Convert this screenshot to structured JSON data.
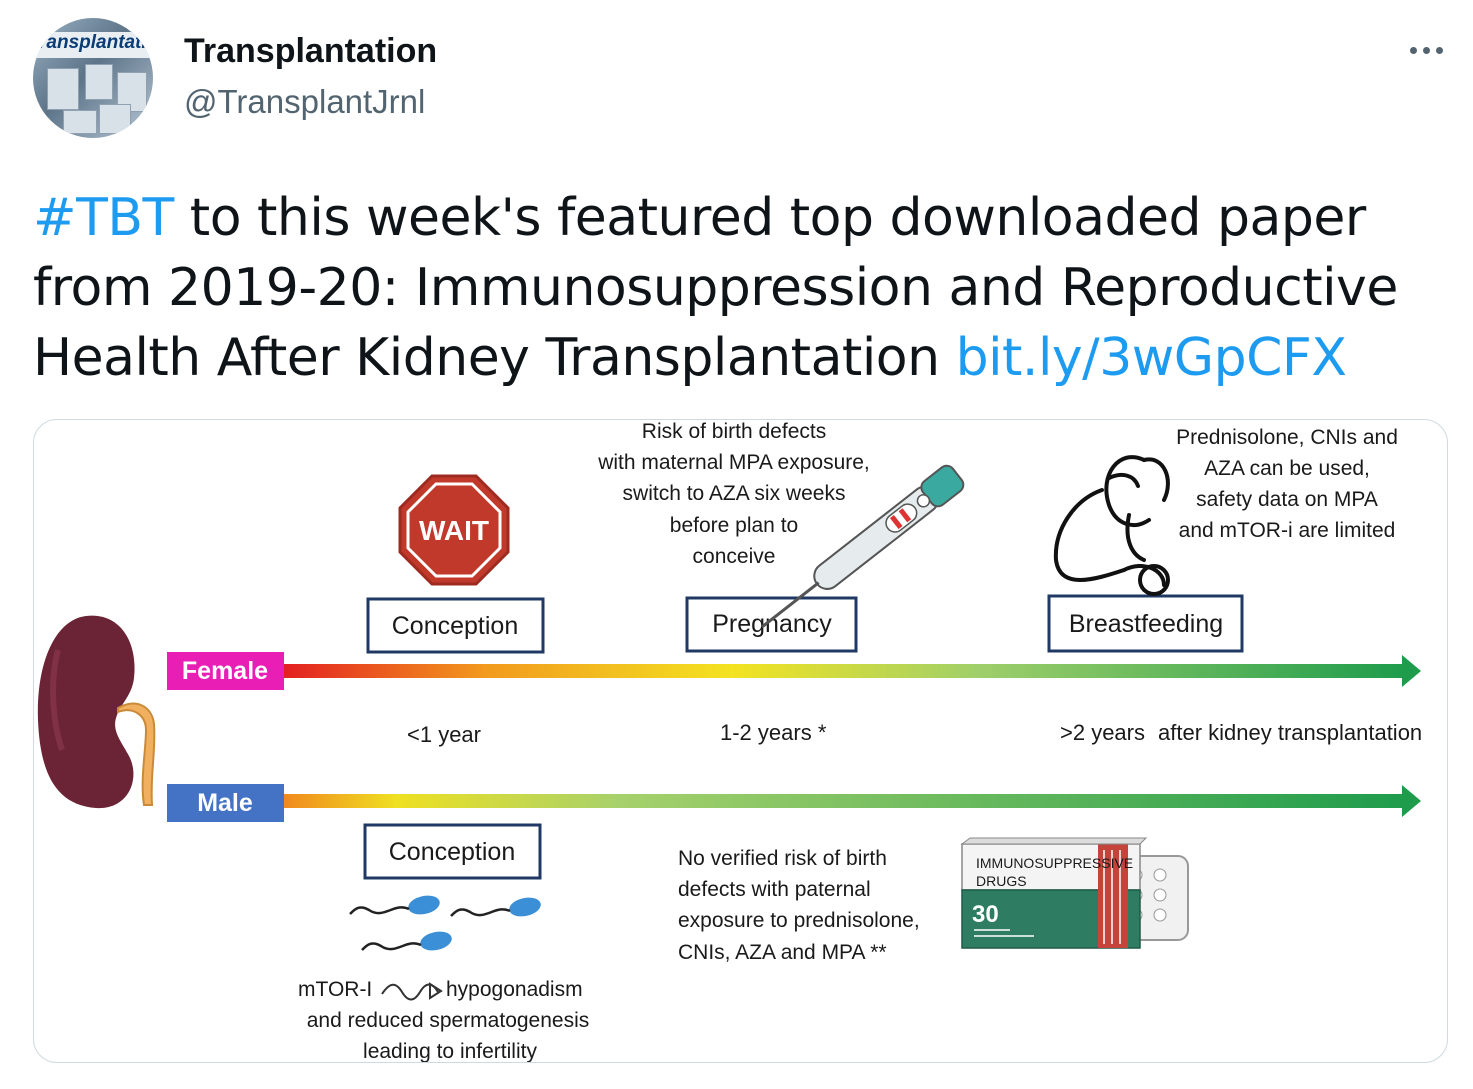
{
  "account": {
    "name": "Transplantation",
    "handle": "@TransplantJrnl",
    "avatar_text": "ransplantatio"
  },
  "more_icon": "more-horizontal-icon",
  "tweet": {
    "hashtag": "#TBT",
    "text": " to this week's featured top downloaded paper from 2019-20: Immunosuppression and Reproductive Health After Kidney Transplantation ",
    "link": "bit.ly/3wGpCFX"
  },
  "colors": {
    "link": "#1d9bf0",
    "female_badge": "#e91eb4",
    "male_badge": "#4472c4",
    "box_border": "#1f3864",
    "stop_sign": "#c0392b",
    "kidney": "#6b2336",
    "drug_box": "#2e7d62"
  },
  "infographic": {
    "female_label": "Female",
    "male_label": "Male",
    "stop_sign_text": "WAIT",
    "female_boxes": [
      "Conception",
      "Pregnancy",
      "Breastfeeding"
    ],
    "male_box": "Conception",
    "timeline": {
      "lt1": "<1 year",
      "y12": "1-2 years *",
      "gt2": ">2 years",
      "after": "after kidney transplantation"
    },
    "pregnancy_note": [
      "Risk of birth defects",
      "with maternal MPA exposure,",
      "switch to AZA six weeks",
      "before plan to",
      "conceive"
    ],
    "breastfeeding_note": [
      "Prednisolone, CNIs and",
      "AZA can be used,",
      "safety data on MPA",
      "and mTOR-i are limited"
    ],
    "male_note": [
      "No verified risk of birth",
      "defects with paternal",
      "exposure to prednisolone,",
      "CNIs, AZA and MPA **"
    ],
    "mtor_note": {
      "prefix": "mTOR-I",
      "suffix": "hypogonadism",
      "line2": "and reduced spermatogenesis",
      "line3": "leading to infertility"
    },
    "drug_box": {
      "line1": "IMMUNOSUPPRESSIVE",
      "line2": "DRUGS",
      "count": "30"
    }
  }
}
